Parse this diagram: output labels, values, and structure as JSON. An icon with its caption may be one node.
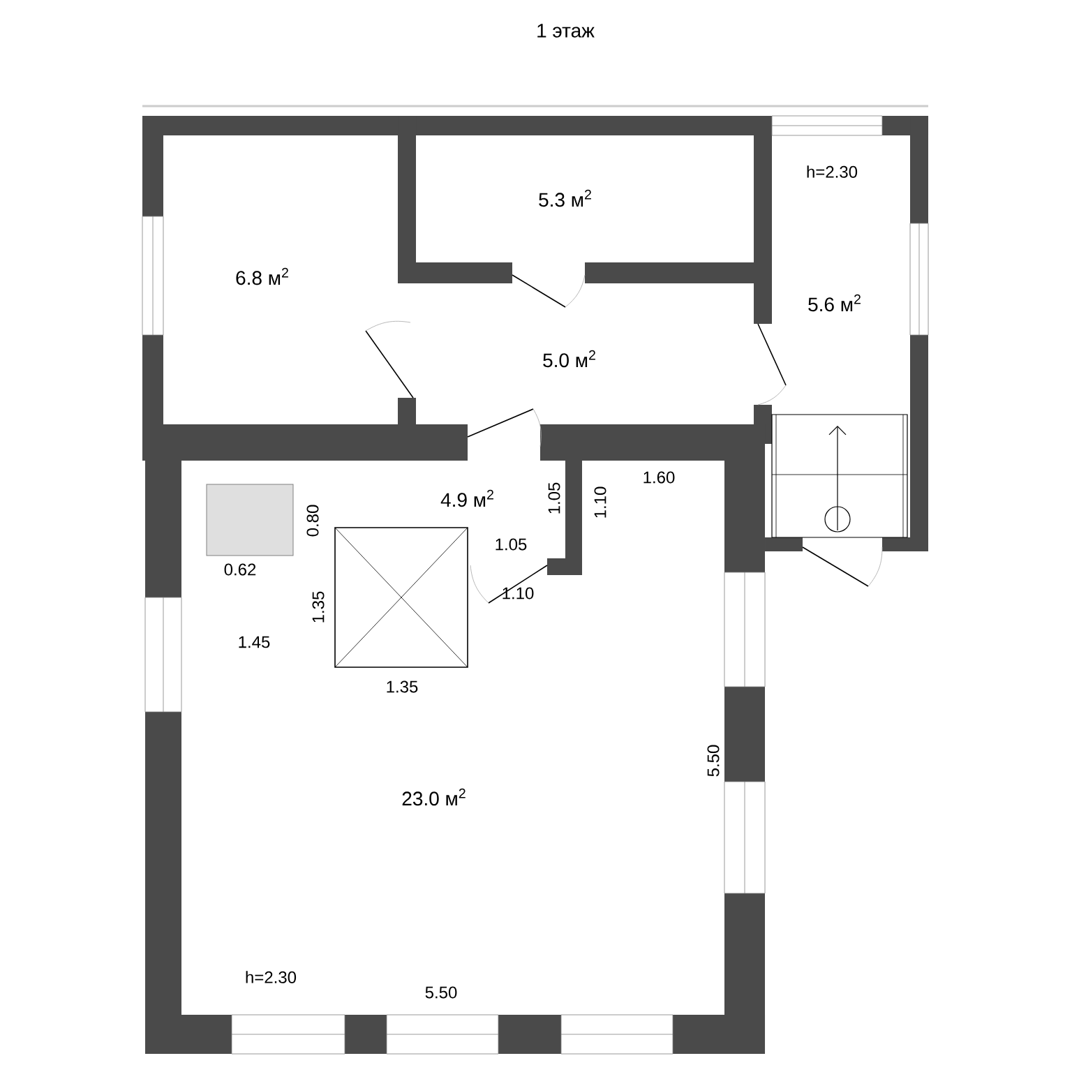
{
  "diagram": {
    "title": "1 этаж",
    "labels": [
      "h=2.30",
      "5.3 м$^{2}$",
      "6.8 м$^{2}$",
      "5.6 м$^{2}$",
      "5.0 м$^{2}$",
      "1.60",
      "4.9 м$^{2}$",
      "1.05",
      "1.10",
      "0.80",
      "1.05",
      "0.62",
      "1.10",
      "1.35",
      "1.45",
      "1.35",
      "5.50",
      "23.0 м$^{2}$",
      "h=2.30",
      "5.50"
    ]
  }
}
